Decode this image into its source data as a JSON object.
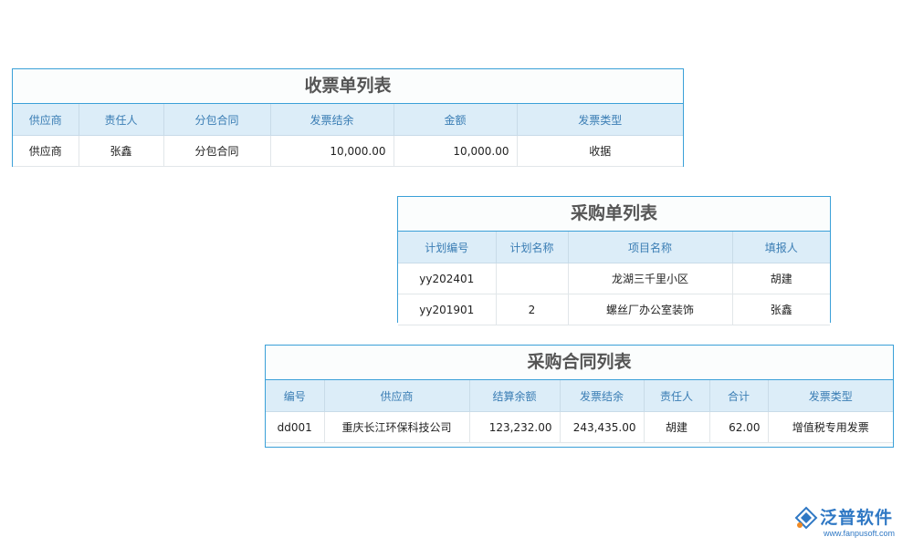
{
  "receipt_table": {
    "title": "收票单列表",
    "headers": [
      "供应商",
      "责任人",
      "分包合同",
      "发票结余",
      "金额",
      "发票类型"
    ],
    "rows": [
      [
        "供应商",
        "张鑫",
        "分包合同",
        "10,000.00",
        "10,000.00",
        "收据"
      ]
    ]
  },
  "purchase_table": {
    "title": "采购单列表",
    "headers": [
      "计划编号",
      "计划名称",
      "项目名称",
      "填报人"
    ],
    "rows": [
      [
        "yy202401",
        "",
        "龙湖三千里小区",
        "胡建"
      ],
      [
        "yy201901",
        "2",
        "螺丝厂办公室装饰",
        "张鑫"
      ]
    ]
  },
  "contract_table": {
    "title": "采购合同列表",
    "headers": [
      "编号",
      "供应商",
      "结算余额",
      "发票结余",
      "责任人",
      "合计",
      "发票类型"
    ],
    "rows": [
      [
        "dd001",
        "重庆长江环保科技公司",
        "123,232.00",
        "243,435.00",
        "胡建",
        "62.00",
        "增值税专用发票"
      ]
    ]
  },
  "logo": {
    "name": "泛普软件",
    "url": "www.fanpusoft.com",
    "icon": "fanpu-logo-icon"
  },
  "colors": {
    "border": "#3aa0d8",
    "header_bg": "#dcedf8",
    "header_text": "#3a7db4",
    "brand": "#2f78c4"
  }
}
